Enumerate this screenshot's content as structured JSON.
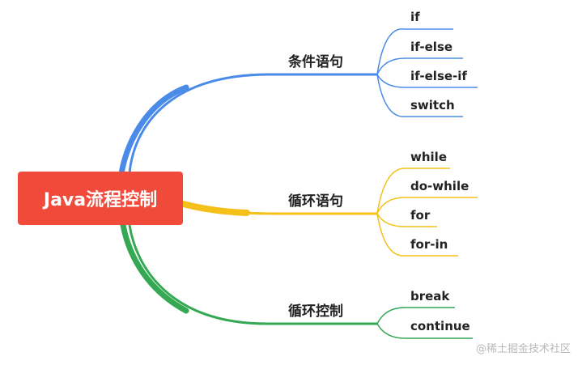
{
  "root": {
    "label": "Java流程控制"
  },
  "branches": [
    {
      "label": "条件语句",
      "color": "#4a8be8",
      "leaves": [
        "if",
        "if-else",
        "if-else-if",
        "switch"
      ]
    },
    {
      "label": "循环语句",
      "color": "#f5c019",
      "leaves": [
        "while",
        "do-while",
        "for",
        "for-in"
      ]
    },
    {
      "label": "循环控制",
      "color": "#34a853",
      "leaves": [
        "break",
        "continue"
      ]
    }
  ],
  "watermark": "@稀土掘金技术社区"
}
